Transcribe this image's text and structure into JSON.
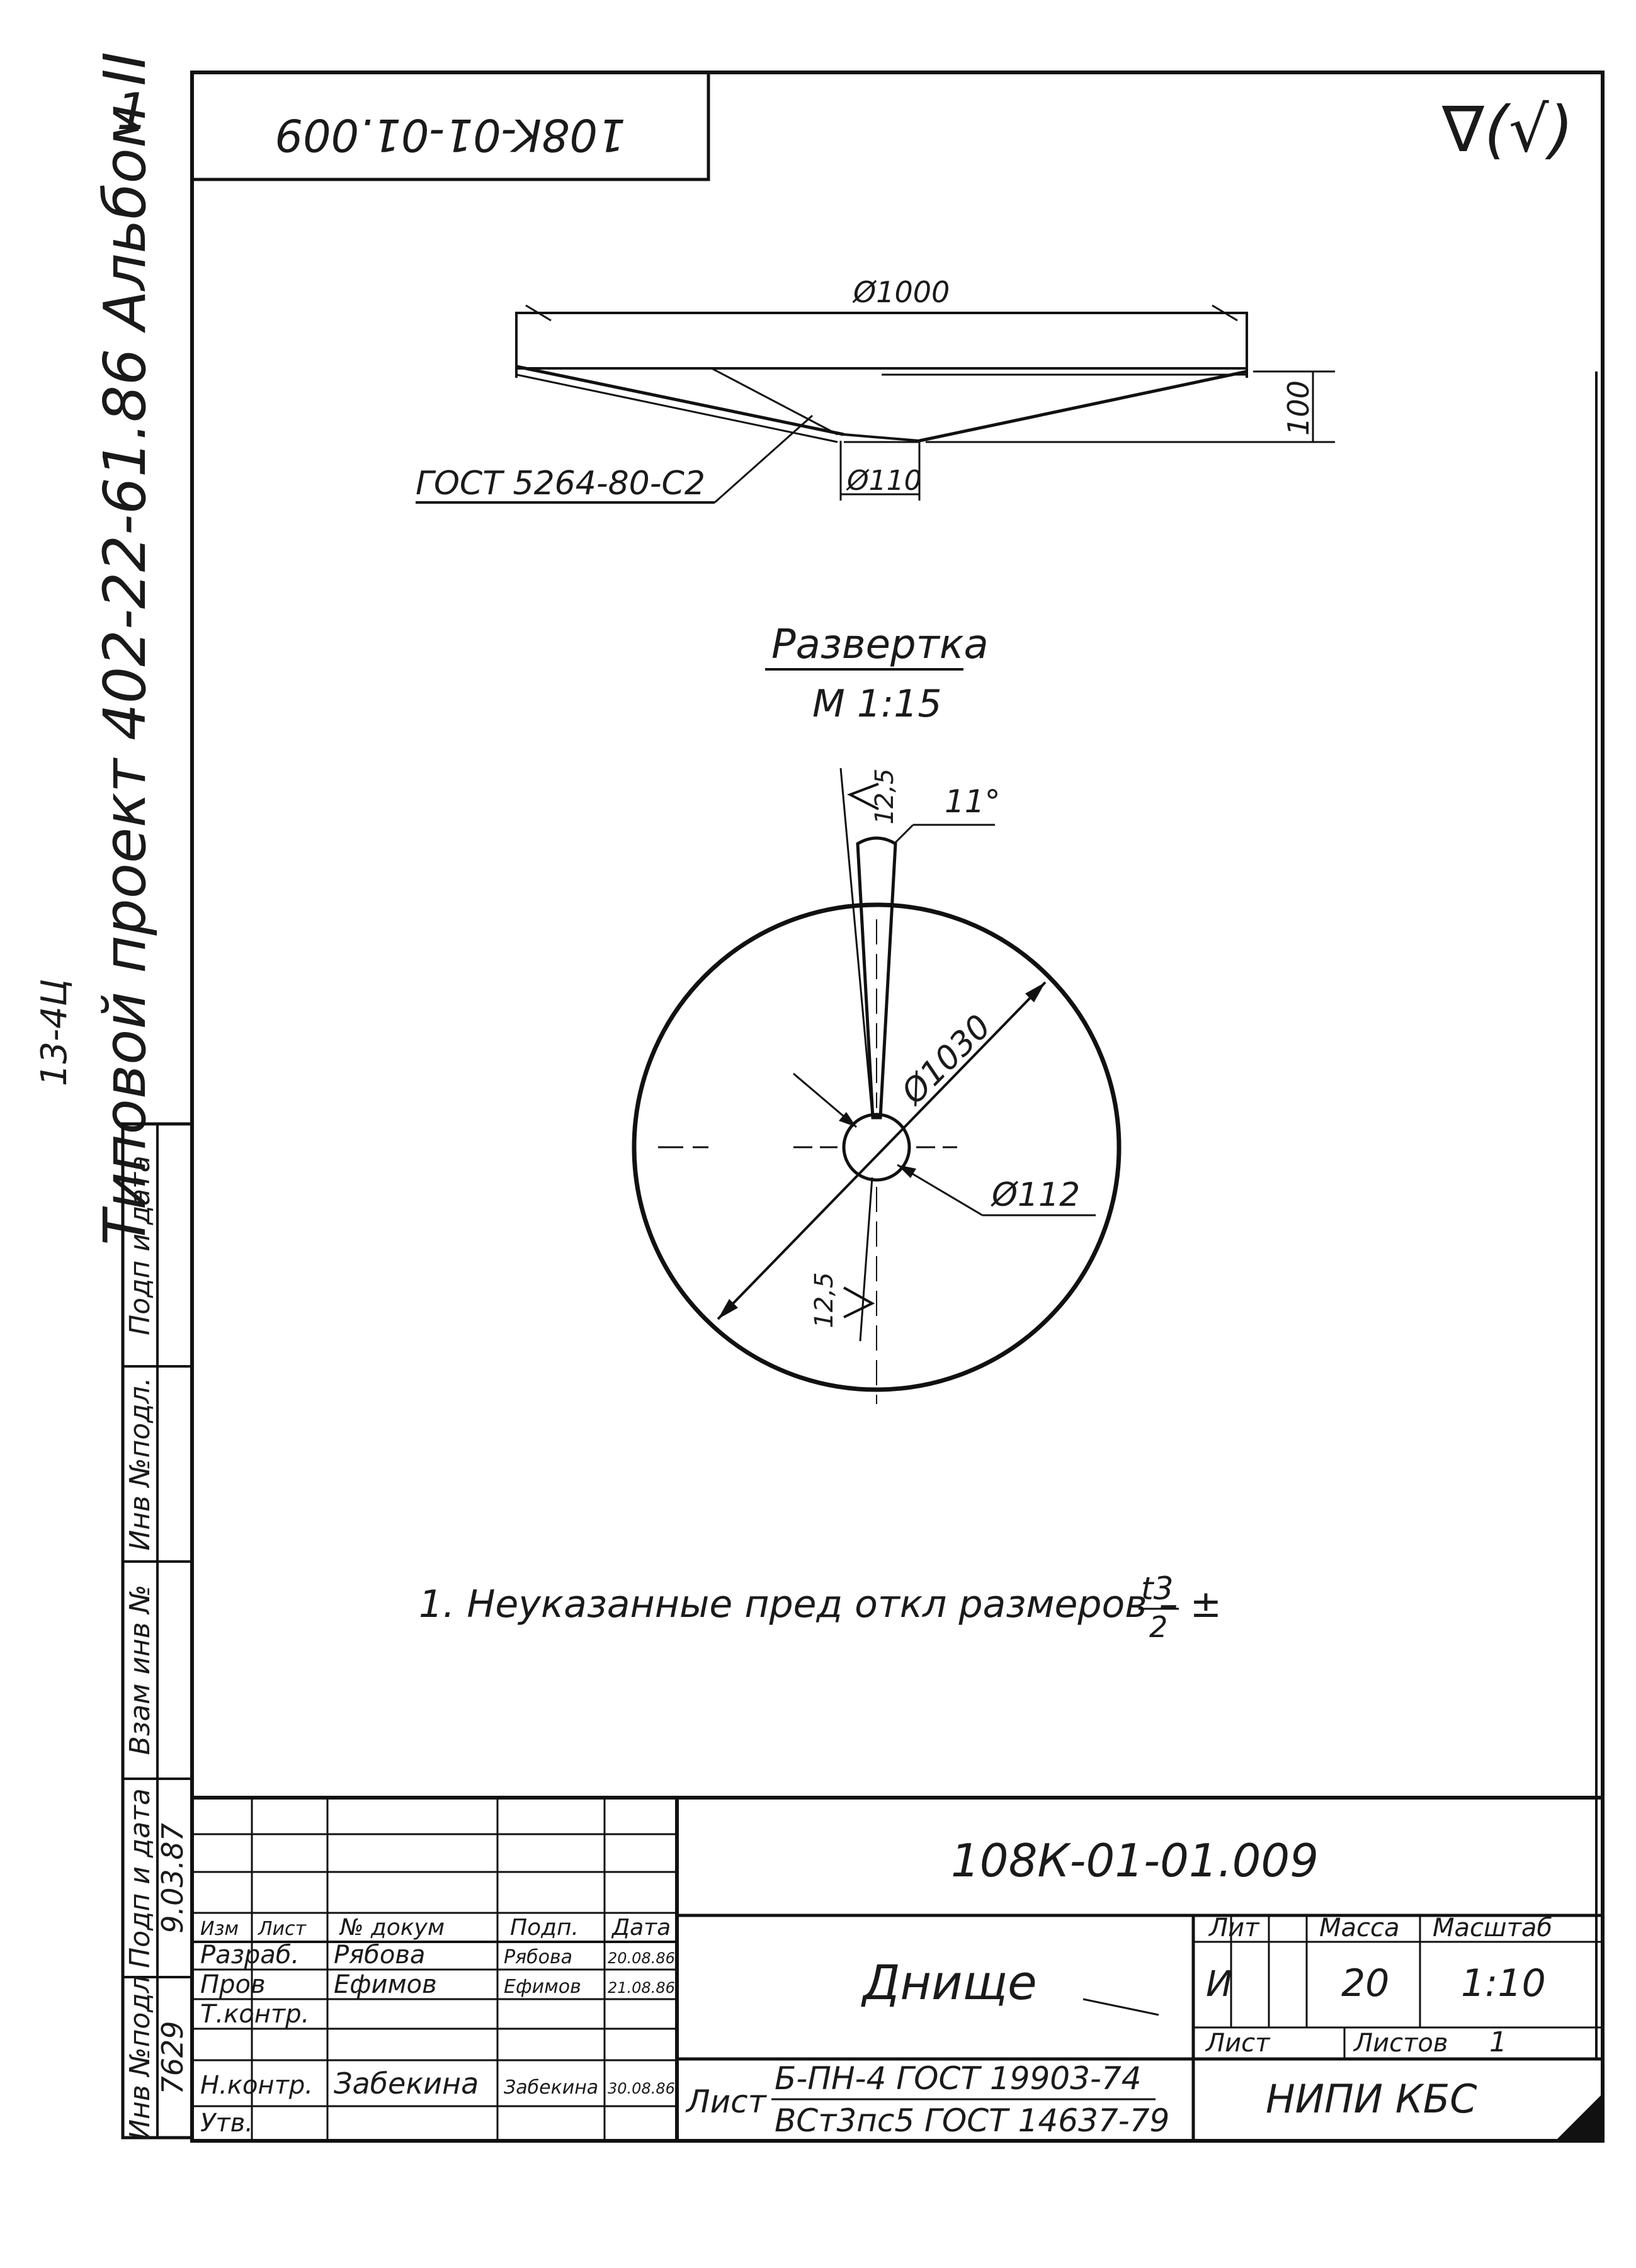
{
  "stamp": {
    "mirrored_code": "108K-01-01.009",
    "roughness": "∇(√)"
  },
  "side_text": {
    "project": "Типовой проект 402-22-61.86 Альбом II",
    "mark": "1",
    "archive_note": "13-4Ц"
  },
  "side_table": {
    "cells": [
      "Подп и дата",
      "Инв №подл.",
      "Взам инв №",
      "Подп и дата",
      "Инв №подл"
    ],
    "values": {
      "signature_date": "9.03.87",
      "inv_number": "7629"
    }
  },
  "profile_view": {
    "dia_top": "Ø1000",
    "height": "100",
    "dia_hole": "Ø110",
    "weld_standard": "ГОСТ 5264-80-С2"
  },
  "development_view": {
    "title": "Развертка",
    "scale": "М 1:15",
    "angle": "11°",
    "roughness_top": "12,5",
    "roughness_bottom": "12,5",
    "dia_outer": "Ø1030",
    "dia_inner": "Ø112"
  },
  "note": {
    "text": "1. Неуказанные пред откл размеров – ±",
    "numerator": "t3",
    "denominator": "2"
  },
  "title_block": {
    "designation": "108К-01-01.009",
    "part_name": "Днище",
    "material_label": "Лист",
    "material_top": "Б-ПН-4 ГОСТ 19903-74",
    "material_bottom": "ВСт3пс5 ГОСТ 14637-79",
    "organization": "НИПИ КБС",
    "headers": {
      "izm": "Изм",
      "list": "Лист",
      "doc": "№ докум",
      "sign": "Подп.",
      "date": "Дата",
      "lit": "Лит",
      "mass": "Масса",
      "scale": "Масштаб",
      "sheet": "Лист",
      "sheets": "Листов"
    },
    "rows": [
      {
        "role": "Разраб.",
        "name": "Рябова",
        "sign": "Рябова",
        "date": "20.08.86"
      },
      {
        "role": "Пров",
        "name": "Ефимов",
        "sign": "Ефимов",
        "date": "21.08.86"
      },
      {
        "role": "Т.контр.",
        "name": "",
        "sign": "",
        "date": ""
      },
      {
        "role": "Н.контр.",
        "name": "Забекина",
        "sign": "Забекина",
        "date": "30.08.86"
      },
      {
        "role": "Утв.",
        "name": "",
        "sign": "",
        "date": ""
      }
    ],
    "lit_value": "И",
    "mass_value": "20",
    "scale_value": "1:10",
    "sheets_value": "1"
  }
}
